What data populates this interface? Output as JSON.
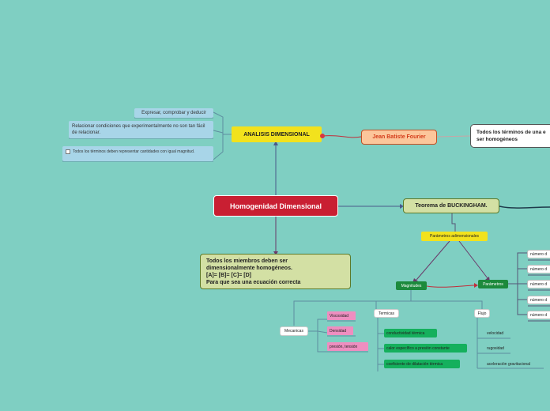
{
  "map": {
    "central": "Homogenidad Dimensional",
    "analisis": "ANALISIS DIMENSIONAL",
    "notes": [
      "Expresar, comprobar y deducir",
      "Relacionar condiciones que experimentalmente no son tan fácil de relacionar.",
      "Todos los términos deben representar cantidades con igual magnitud."
    ],
    "fourier": "Jean Batiste Fourier",
    "fourier_note": "Todos los términos de una e... ser homogéneos",
    "fourier_note_line1": "Todos los términos de una e",
    "fourier_note_line2": "ser homogéneos",
    "buckingham": "Teorema de BUCKINGHAM.",
    "members": {
      "line1": "Todos los miembros deben ser",
      "line2": "dimensionalmente homogéneos.",
      "line3": "[A]= [B]= [C]= [D]",
      "line4": "Para que sea una ecuación correcta"
    },
    "parametros_adim": "Parámetros adimensionales",
    "magnitudes": "Magnitudes",
    "parametros": "Parámetros",
    "numero_items": [
      "número d",
      "número d",
      "número d",
      "número d",
      "número d"
    ],
    "mecanicas": "Mecanicas",
    "mecanicas_items": [
      "Viscosidad",
      "Densidad",
      "presión, tensión"
    ],
    "termicas": "Termicas",
    "termicas_items": [
      "conductividad térmica",
      "calor específico a presión constante",
      "coeficiente de dilatación térmica"
    ],
    "flujo": "Flujo",
    "flujo_items": [
      "velocidad",
      "rugosidad",
      "aceleración gravitacional"
    ]
  }
}
